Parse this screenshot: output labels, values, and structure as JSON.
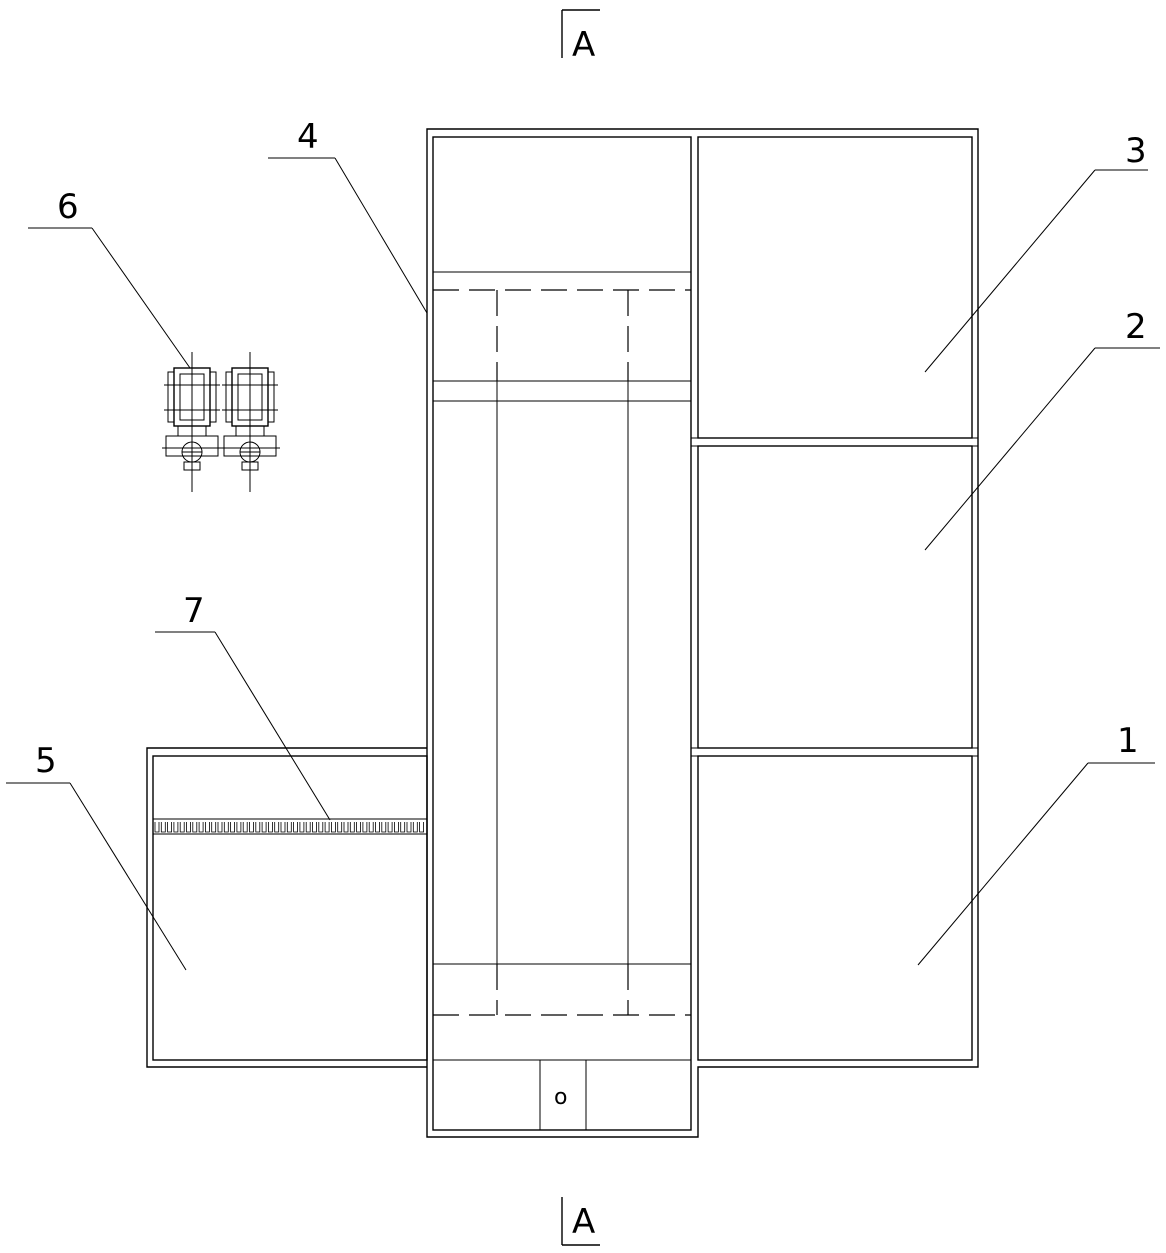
{
  "section": {
    "top_label": "A",
    "bottom_label": "A"
  },
  "callouts": [
    {
      "id": "1",
      "text": "1"
    },
    {
      "id": "2",
      "text": "2"
    },
    {
      "id": "3",
      "text": "3"
    },
    {
      "id": "4",
      "text": "4"
    },
    {
      "id": "5",
      "text": "5"
    },
    {
      "id": "6",
      "text": "6"
    },
    {
      "id": "7",
      "text": "7"
    }
  ],
  "drain_symbol": "o",
  "colors": {
    "line": "#000000",
    "background": "#ffffff"
  }
}
